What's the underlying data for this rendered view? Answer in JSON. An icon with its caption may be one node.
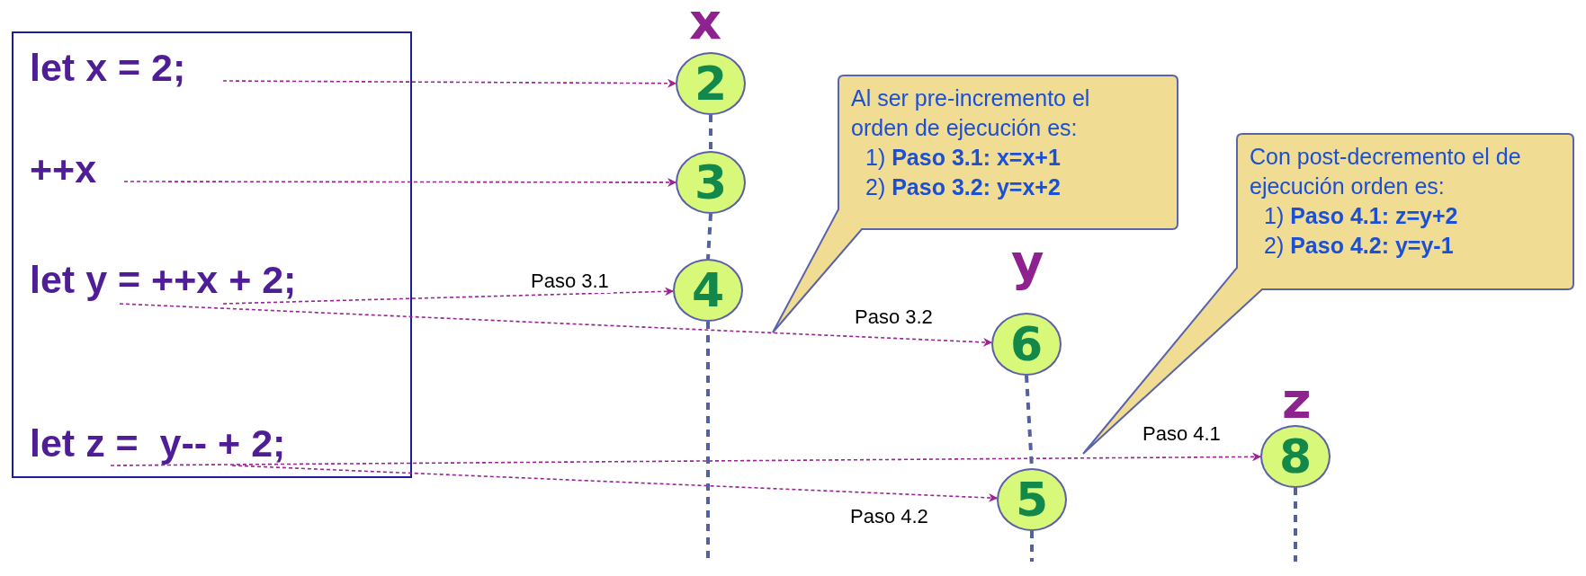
{
  "diagram": {
    "nodes": [
      {
        "text": [],
        "shape": "box"
      },
      {
        "text": [
          "let x = 2;"
        ],
        "in": 0
      },
      {
        "text": [
          "++x"
        ],
        "in": 0
      },
      {
        "text": [
          "let y = ++x + 2;"
        ],
        "in": 0
      },
      {
        "text": [
          "let z =  y-- + 2;"
        ],
        "in": 0
      },
      {
        "text": [
          "2"
        ]
      },
      {
        "text": [
          "3"
        ]
      },
      {
        "text": [
          "4"
        ]
      },
      {
        "text": [
          "Al ser pre-incremento el orden de ejecución es:",
          "1) **Paso 3.1: x=x+1**",
          "2) **Paso 3.2: y=x+2**"
        ]
      },
      {
        "text": [
          "6"
        ]
      },
      {
        "text": [
          "Con post-decremento el de ejecución orden es:",
          "1) **Paso 4.1: z=y+2**",
          "2) **Paso 4.2: y=y-1**"
        ]
      },
      {
        "text": [
          "8"
        ]
      },
      {
        "text": [
          "5"
        ]
      }
    ],
    "edges": [
      {
        "from": 1,
        "to": 5,
        "arrow": "to",
        "style": "dashed"
      },
      {
        "from": 2,
        "to": 6,
        "arrow": "to",
        "style": "dashed"
      },
      {
        "from": 3,
        "to": 7,
        "arrow": "to",
        "style": "dashed",
        "label": "Paso 3.1"
      },
      {
        "from": 3,
        "to": 9,
        "arrow": "to",
        "style": "dashed",
        "label": "Paso 3.2"
      },
      {
        "from": 4,
        "to": 11,
        "arrow": "to",
        "style": "dashed",
        "label": "Paso 4.1"
      },
      {
        "from": 4,
        "to": 12,
        "arrow": "to",
        "style": "dashed",
        "label": "Paso 4.2"
      },
      {
        "from": 5,
        "to": 6,
        "arrow": "none",
        "style": "dashed",
        "color": "#55609e"
      },
      {
        "from": 6,
        "to": 7,
        "arrow": "none",
        "style": "dashed",
        "color": "#55609e"
      },
      {
        "from": 7,
        "to": null,
        "arrow": "none",
        "style": "dashed",
        "color": "#55609e"
      },
      {
        "from": 9,
        "to": 12,
        "arrow": "none",
        "style": "dashed",
        "color": "#55609e"
      },
      {
        "from": 12,
        "to": null,
        "arrow": "none",
        "style": "dashed",
        "color": "#55609e"
      },
      {
        "from": 11,
        "to": null,
        "arrow": "none",
        "style": "dashed",
        "color": "#55609e"
      }
    ],
    "labels": [
      "x",
      "y",
      "z"
    ]
  }
}
